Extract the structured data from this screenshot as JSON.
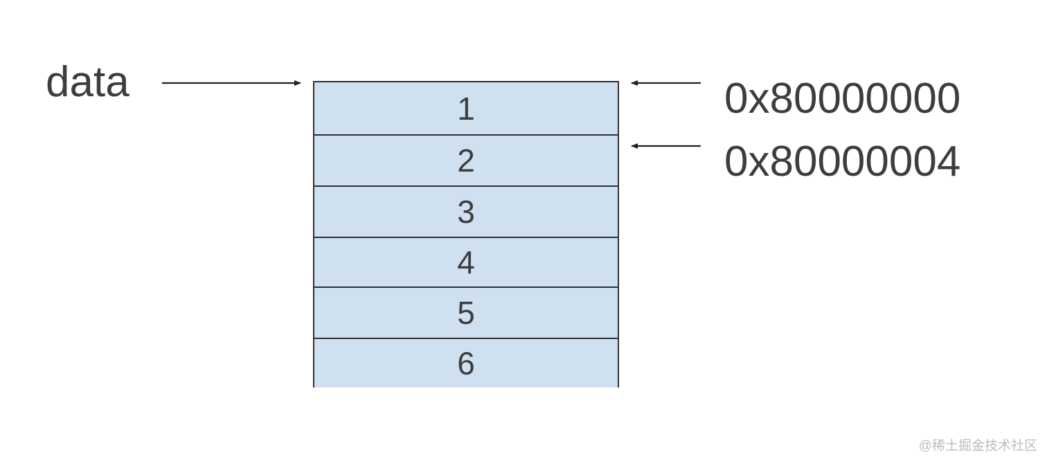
{
  "pointer_label": "data",
  "cells": [
    "1",
    "2",
    "3",
    "4",
    "5",
    "6"
  ],
  "addresses": [
    "0x80000000",
    "0x80000004"
  ],
  "watermark": "@稀土掘金技术社区",
  "colors": {
    "cell_fill": "#cfe0f0",
    "border": "#2f2f2f",
    "text": "#3d3d3d"
  }
}
